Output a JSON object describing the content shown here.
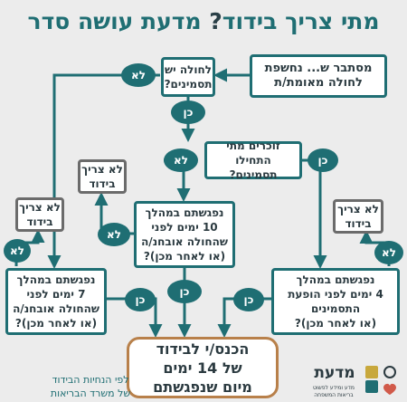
{
  "title": {
    "main": "מתי צריך בידוד",
    "mark": "?",
    "sub": "מדעת עושה סדר"
  },
  "nodes": {
    "exposed": "מסתבר ש... נחשפת\nלחולה מאומת/ת",
    "patient_symptoms": "לחולה יש\nתסמינים?",
    "remember_onset": "זוכרים מתי התחילו\nתסמינים?",
    "met_10_days": "נפגשתם במהלך\n10 ימים לפני\nשהחולה אובחנ/ה\n(או לאחר מכן)?",
    "met_7_days": "נפגשתם במהלך\n7 ימים לפני\nשהחולה אובחנ/ה\n(או לאחר מכן)?",
    "met_4_days": "נפגשתם במהלך\n4 ימים לפני הופעת\nהתסמינים\n(או לאחר מכן)?",
    "no_isolation_1": "לא צריך\nבידוד",
    "no_isolation_2": "לא צריך\nבידוד",
    "no_isolation_3": "לא צריך\nבידוד",
    "final": "הכנס/י לבידוד\nשל 14 ימים\nמיום שנפגשתם"
  },
  "labels": {
    "no": "לא",
    "yes": "כן"
  },
  "footer": {
    "note": "לפי הנחיות הבידוד\nשל משרד הבריאות"
  },
  "logo": {
    "name": "מדעת",
    "tagline": "מדע ומידע לפשוט\nבריאות המשפחה"
  },
  "colors": {
    "primary": "#1f6e73",
    "grey_border": "#6b6b6b",
    "final_border": "#b8804a",
    "background": "#ececec"
  }
}
